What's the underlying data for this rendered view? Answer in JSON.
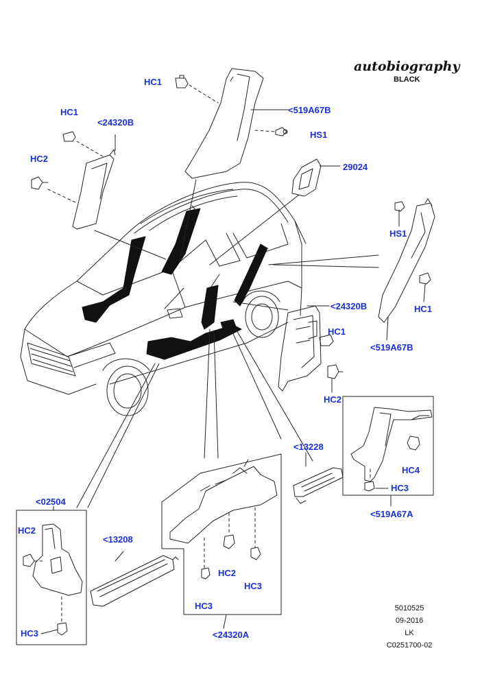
{
  "brand": {
    "name": "autobiography",
    "variant": "BLACK"
  },
  "labels": {
    "hc1_top": "HC1",
    "p519a67b_top": "<519A67B",
    "hs1_top": "HS1",
    "hc1_left": "HC1",
    "p24320b_left": "<24320B",
    "hc2_left": "HC2",
    "p29024": "29024",
    "hs1_right": "HS1",
    "hc1_right": "HC1",
    "p519a67b_right": "<519A67B",
    "p24320b_mid": "<24320B",
    "hc1_mid": "HC1",
    "hc2_mid": "HC2",
    "p13228": "<13228",
    "hc4_box": "HC4",
    "hc3_box_right": "HC3",
    "p519a67a": "<519A67A",
    "p02504": "<02504",
    "hc2_box_left": "HC2",
    "hc3_box_left": "HC3",
    "p13208": "<13208",
    "hc2_box_center": "HC2",
    "hc3_box_center_r": "HC3",
    "hc3_box_center_l": "HC3",
    "p24320a": "<24320A"
  },
  "reference": {
    "number": "5010525",
    "date": "09-2016",
    "region": "LK",
    "code": "C0251700-02"
  }
}
